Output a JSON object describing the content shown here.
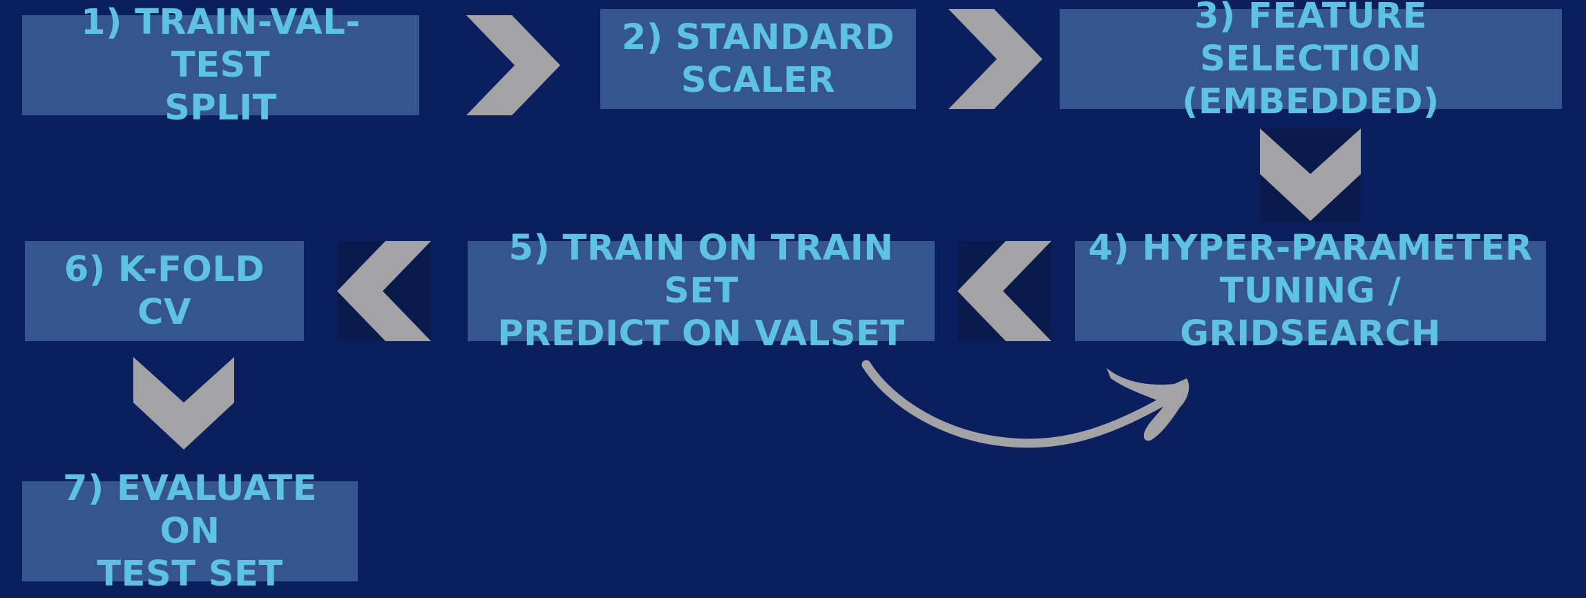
{
  "colors": {
    "background": "#0b1f5e",
    "box_fill": "#34558e",
    "box_text": "#5ec3e0",
    "arrow_fill": "#a3a3a6",
    "arrow_backdrop": "#0a1a4c"
  },
  "steps": [
    {
      "id": "step-1",
      "label": "1) TRAIN-VAL-TEST\nSPLIT"
    },
    {
      "id": "step-2",
      "label": "2) STANDARD\nSCALER"
    },
    {
      "id": "step-3",
      "label": "3) FEATURE\nSELECTION (EMBEDDED)"
    },
    {
      "id": "step-4",
      "label": "4) HYPER-PARAMETER\nTUNING / GRIDSEARCH"
    },
    {
      "id": "step-5",
      "label": "5) TRAIN ON TRAIN SET\nPREDICT ON VALSET"
    },
    {
      "id": "step-6",
      "label": "6) K-FOLD CV"
    },
    {
      "id": "step-7",
      "label": "7) EVALUATE ON\nTEST SET"
    }
  ],
  "connectors": [
    {
      "from": "step-1",
      "to": "step-2",
      "icon": "chevron-right-icon"
    },
    {
      "from": "step-2",
      "to": "step-3",
      "icon": "chevron-right-icon"
    },
    {
      "from": "step-3",
      "to": "step-4",
      "icon": "chevron-down-icon"
    },
    {
      "from": "step-4",
      "to": "step-5",
      "icon": "chevron-left-icon"
    },
    {
      "from": "step-5",
      "to": "step-6",
      "icon": "chevron-left-icon"
    },
    {
      "from": "step-6",
      "to": "step-7",
      "icon": "chevron-down-icon"
    },
    {
      "from": "step-5",
      "to": "step-4",
      "icon": "curved-arrow-icon"
    }
  ]
}
